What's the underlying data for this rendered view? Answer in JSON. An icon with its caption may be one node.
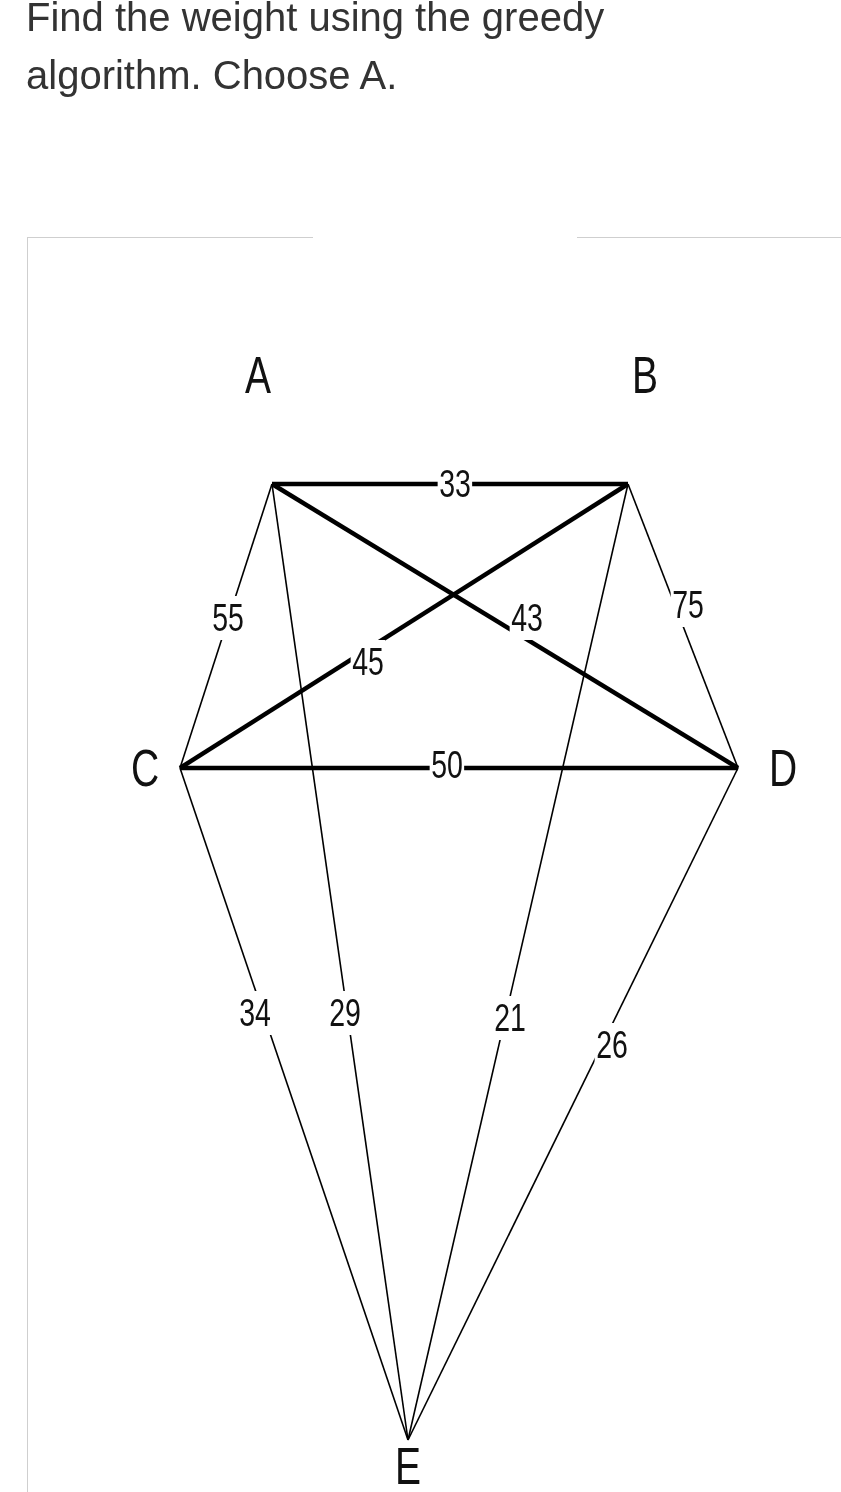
{
  "diagram": {
    "title": "Find the weight using the greedy algorithm. Choose A.",
    "nodes": [
      {
        "text": [
          "A"
        ]
      },
      {
        "text": [
          "B"
        ]
      },
      {
        "text": [
          "C"
        ]
      },
      {
        "text": [
          "D"
        ]
      },
      {
        "text": [
          "E"
        ]
      }
    ],
    "edges": [
      {
        "from": 0,
        "to": 1,
        "arrow": "none",
        "label": "33",
        "style": "thick"
      },
      {
        "from": 0,
        "to": 3,
        "arrow": "none",
        "label": "43",
        "style": "thick"
      },
      {
        "from": 1,
        "to": 2,
        "arrow": "none",
        "label": "45",
        "style": "thick"
      },
      {
        "from": 2,
        "to": 3,
        "arrow": "none",
        "label": "50",
        "style": "thick"
      },
      {
        "from": 0,
        "to": 2,
        "arrow": "none",
        "label": "55"
      },
      {
        "from": 1,
        "to": 3,
        "arrow": "none",
        "label": "75"
      },
      {
        "from": 2,
        "to": 4,
        "arrow": "none",
        "label": "34"
      },
      {
        "from": 0,
        "to": 4,
        "arrow": "none",
        "label": "29"
      },
      {
        "from": 1,
        "to": 4,
        "arrow": "none",
        "label": "21"
      },
      {
        "from": 3,
        "to": 4,
        "arrow": "none",
        "label": "26"
      }
    ]
  }
}
